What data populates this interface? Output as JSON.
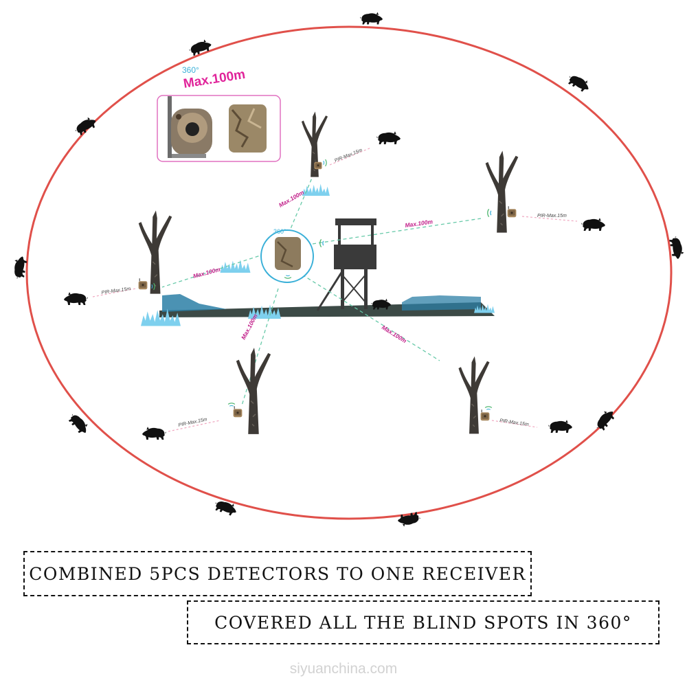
{
  "coverage": {
    "angle_label": "360°",
    "range_label": "Max.100m"
  },
  "receiver_angle_label": "360°",
  "detector_range_label": "Max.100m",
  "pir_label": "PIR-Max.15m",
  "links": [
    {
      "id": "link-top",
      "label": "Max.100m"
    },
    {
      "id": "link-right-top",
      "label": "Max.100m"
    },
    {
      "id": "link-left",
      "label": "Max.100m"
    },
    {
      "id": "link-bottom-left",
      "label": "Max.100m"
    },
    {
      "id": "link-bottom-right",
      "label": "Max.100m"
    }
  ],
  "detectors": [
    {
      "id": "detector-top",
      "pir": "PIR-Max.15m"
    },
    {
      "id": "detector-right",
      "pir": "PIR-Max.15m"
    },
    {
      "id": "detector-left",
      "pir": "PIR-Max.15m"
    },
    {
      "id": "detector-bottom-left",
      "pir": "PIR-Max.15m"
    },
    {
      "id": "detector-bottom-right",
      "pir": "PIR-Max.15m"
    }
  ],
  "banners": {
    "line1": "COMBINED 5PCS DETECTORS TO ONE RECEIVER",
    "line2": "COVERED ALL THE BLIND SPOTS IN 360°"
  },
  "watermark": "siyuanchina.com",
  "colors": {
    "coverage_circle": "#e0504a",
    "range_text": "#e0249a",
    "receiver_ring": "#3ab0d8",
    "link_line": "#66c9a8",
    "pir_line": "#f0a8c0",
    "animal": "#111111",
    "tree": "#3e3a36",
    "ice": "#7ed0ee"
  },
  "icons": [
    "boar-icon",
    "tree-icon",
    "camera-detector-icon",
    "receiver-icon",
    "hunting-tower-icon",
    "signal-waves-icon"
  ]
}
